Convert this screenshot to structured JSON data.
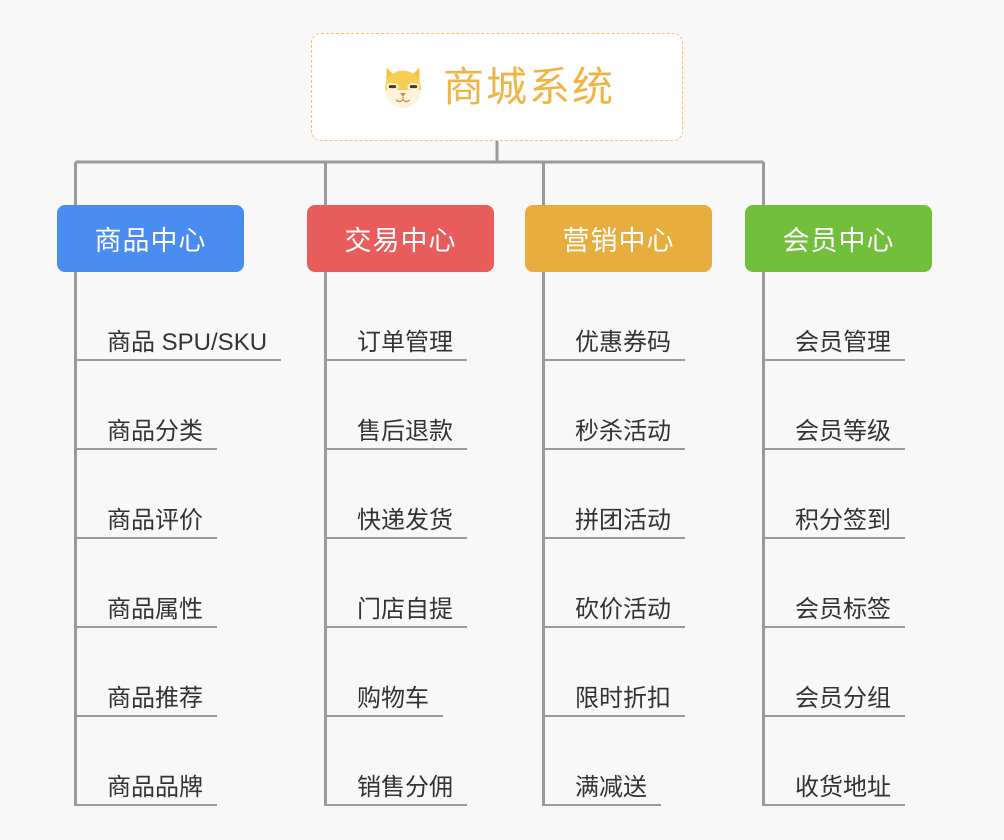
{
  "diagram": {
    "type": "mindmap",
    "background_color": "#f8f8f8",
    "connector_color": "#9a9a9a",
    "root": {
      "title": "商城系统",
      "icon": "dog-face-icon",
      "text_color": "#f0b445",
      "border_color": "#f2c265",
      "background_color": "#ffffff"
    },
    "branches": [
      {
        "title": "商品中心",
        "color": "#4a8cf0",
        "items": [
          "商品 SPU/SKU",
          "商品分类",
          "商品评价",
          "商品属性",
          "商品推荐",
          "商品品牌"
        ]
      },
      {
        "title": "交易中心",
        "color": "#e95c5c",
        "items": [
          "订单管理",
          "售后退款",
          "快递发货",
          "门店自提",
          "购物车",
          "销售分佣"
        ]
      },
      {
        "title": "营销中心",
        "color": "#e8ad3f",
        "items": [
          "优惠券码",
          "秒杀活动",
          "拼团活动",
          "砍价活动",
          "限时折扣",
          "满减送"
        ]
      },
      {
        "title": "会员中心",
        "color": "#72bf3c",
        "items": [
          "会员管理",
          "会员等级",
          "积分签到",
          "会员标签",
          "会员分组",
          "收货地址"
        ]
      }
    ]
  }
}
